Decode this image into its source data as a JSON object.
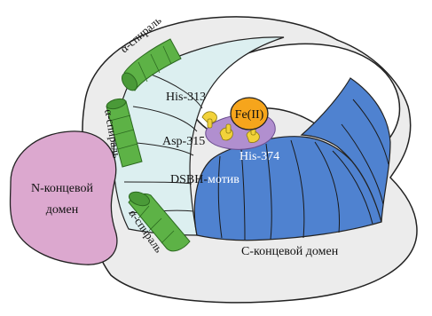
{
  "labels": {
    "helix_top": "α-спираль",
    "helix_mid": "α-спираль",
    "helix_bottom": "α-спираль",
    "his313": "His-313",
    "asp315": "Asp-315",
    "his374": "His-374",
    "dsbh": "DSBH-",
    "dsbh_suffix": "мотив",
    "fe": "Fe(II)",
    "n_terminal_line1": "N-концевой",
    "n_terminal_line2": "домен",
    "c_terminal": "С-концевой домен"
  },
  "colors": {
    "outer_domain": "#ececec",
    "outline": "#222222",
    "dsbh_sheet_light": "#dceff0",
    "dsbh_sheet_blue": "#4f82d0",
    "n_domain": "#dca8cf",
    "helix": "#5db246",
    "helix_dark": "#3a8a2f",
    "fe_circle": "#f6a51c",
    "ligand": "#f2d23a",
    "purple_ring": "#b18fcf",
    "white_text": "#ffffff"
  }
}
